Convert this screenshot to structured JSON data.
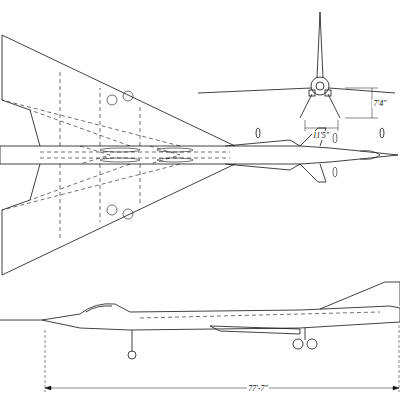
{
  "diagram": {
    "labels": [
      "7'4\"",
      "11'5\"",
      "77'-7\""
    ]
  }
}
